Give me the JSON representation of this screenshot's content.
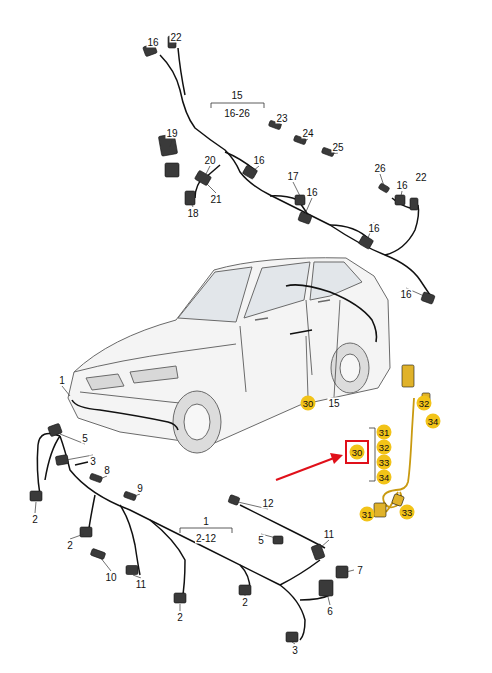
{
  "diagram": {
    "labels": [
      "16",
      "22",
      "15",
      "16-26",
      "23",
      "24",
      "25",
      "19",
      "20",
      "16",
      "21",
      "18",
      "17",
      "16",
      "26",
      "16",
      "22",
      "16",
      "16",
      "1",
      "30",
      "15",
      "32",
      "34",
      "31",
      "30",
      "32",
      "33",
      "34",
      "31",
      "33",
      "5",
      "3",
      "8",
      "9",
      "2",
      "1",
      "2-12",
      "12",
      "11",
      "5",
      "2",
      "10",
      "11",
      "2",
      "2",
      "7",
      "6",
      "3"
    ]
  }
}
